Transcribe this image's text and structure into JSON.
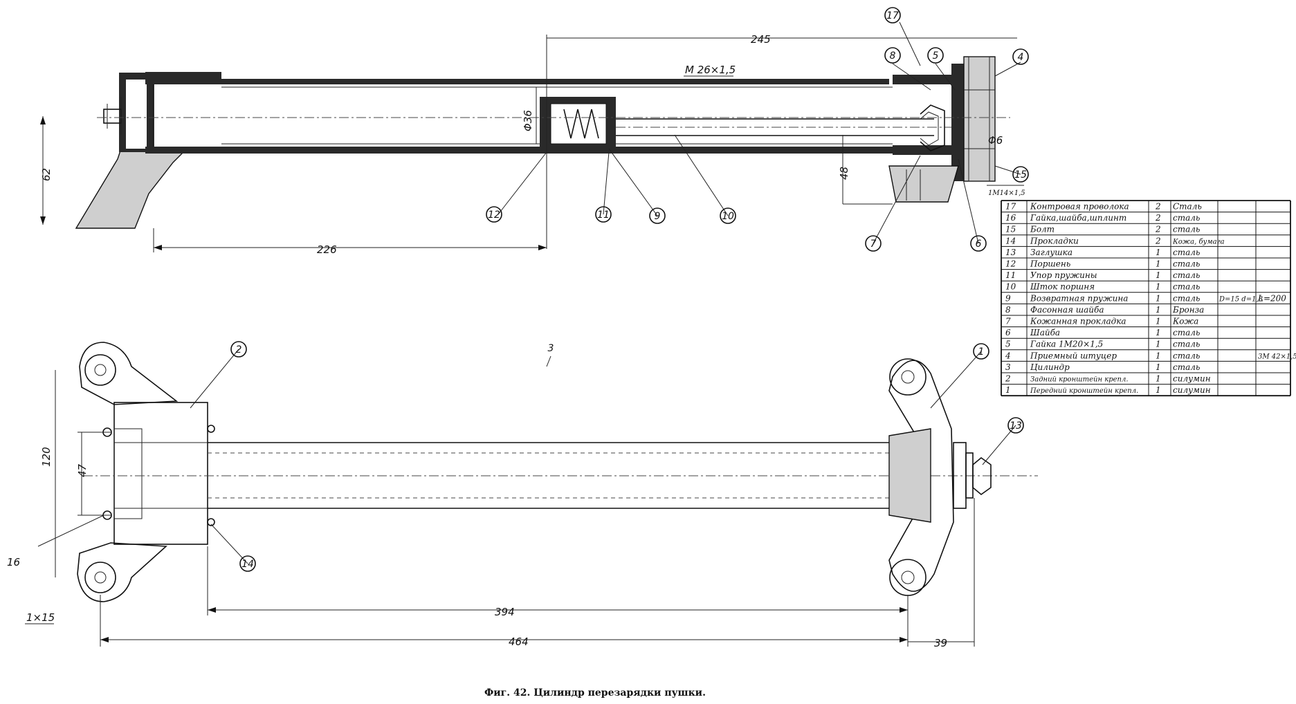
{
  "caption": "Фиг. 42. Цилиндр перезарядки пушки.",
  "dimensions": {
    "d245": "245",
    "thread": "M 26×1,5",
    "d36": "Φ36",
    "d62": "62",
    "d48": "48",
    "d226": "226",
    "d6": "Φ6",
    "thread2": "1M14×1,5",
    "d120": "120",
    "d47": "47",
    "d394": "394",
    "d464": "464",
    "d39": "39",
    "d16": "16",
    "thread3": "1×15"
  },
  "balloons": [
    "1",
    "2",
    "3",
    "4",
    "5",
    "6",
    "7",
    "8",
    "9",
    "10",
    "11",
    "12",
    "13",
    "14",
    "15",
    "17"
  ],
  "parts_table": {
    "rows": [
      {
        "no": "17",
        "name": "Контровая проволока",
        "qty": "2",
        "mat": "Сталь",
        "note1": "",
        "note2": ""
      },
      {
        "no": "16",
        "name": "Гайка,шайба,шплинт",
        "qty": "2",
        "mat": "сталь",
        "note1": "",
        "note2": ""
      },
      {
        "no": "15",
        "name": "Болт",
        "qty": "2",
        "mat": "сталь",
        "note1": "",
        "note2": ""
      },
      {
        "no": "14",
        "name": "Прокладки",
        "qty": "2",
        "mat": "Кожа, бумага",
        "note1": "",
        "note2": ""
      },
      {
        "no": "13",
        "name": "Заглушка",
        "qty": "1",
        "mat": "сталь",
        "note1": "",
        "note2": ""
      },
      {
        "no": "12",
        "name": "Поршень",
        "qty": "1",
        "mat": "сталь",
        "note1": "",
        "note2": ""
      },
      {
        "no": "11",
        "name": "Упор пружины",
        "qty": "1",
        "mat": "сталь",
        "note1": "",
        "note2": ""
      },
      {
        "no": "10",
        "name": "Шток поршня",
        "qty": "1",
        "mat": "сталь",
        "note1": "",
        "note2": ""
      },
      {
        "no": "9",
        "name": "Возвратная пружина",
        "qty": "1",
        "mat": "сталь",
        "note1": "D=15 d=1,8",
        "note2": "L=200"
      },
      {
        "no": "8",
        "name": "Фасонная шайба",
        "qty": "1",
        "mat": "Бронза",
        "note1": "",
        "note2": ""
      },
      {
        "no": "7",
        "name": "Кожанная прокладка",
        "qty": "1",
        "mat": "Кожа",
        "note1": "",
        "note2": ""
      },
      {
        "no": "6",
        "name": "Шайба",
        "qty": "1",
        "mat": "сталь",
        "note1": "",
        "note2": ""
      },
      {
        "no": "5",
        "name": "Гайка 1M20×1,5",
        "qty": "1",
        "mat": "сталь",
        "note1": "",
        "note2": ""
      },
      {
        "no": "4",
        "name": "Приемный штуцер",
        "qty": "1",
        "mat": "сталь",
        "note1": "",
        "note2": "3M 42×1,5"
      },
      {
        "no": "3",
        "name": "Цилиндр",
        "qty": "1",
        "mat": "сталь",
        "note1": "",
        "note2": ""
      },
      {
        "no": "2",
        "name": "Задний кронштейн крепл.",
        "qty": "1",
        "mat": "силумин",
        "note1": "",
        "note2": ""
      },
      {
        "no": "1",
        "name": "Передний кронштейн крепл.",
        "qty": "1",
        "mat": "силумин",
        "note1": "",
        "note2": ""
      }
    ]
  }
}
